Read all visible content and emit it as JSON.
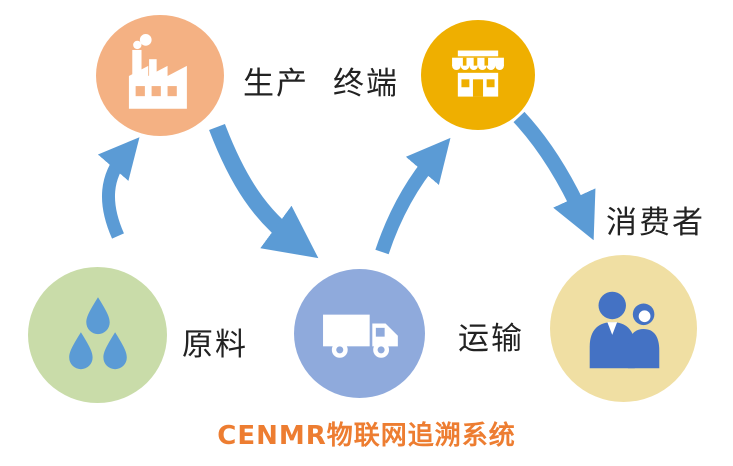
{
  "title": "CENMR物联网追溯系统",
  "nodes": {
    "production": {
      "label": "生产",
      "icon": "factory-icon"
    },
    "terminal": {
      "label": "终端",
      "icon": "storefront-icon"
    },
    "raw_material": {
      "label": "原料",
      "icon": "water-drops-icon"
    },
    "transport": {
      "label": "运输",
      "icon": "truck-icon"
    },
    "consumer": {
      "label": "消费者",
      "icon": "people-icon"
    }
  },
  "flow": [
    "raw_material -> production",
    "production -> transport",
    "transport -> terminal",
    "terminal -> consumer"
  ],
  "colors": {
    "production_circle": "#F4B183",
    "terminal_circle": "#EFAF00",
    "raw_material_circle": "#C9DCA9",
    "transport_circle": "#8FAADC",
    "consumer_circle": "#F0DFA3",
    "arrow": "#5B9BD5",
    "icon_blue": "#4472C4",
    "title": "#ED7D31",
    "label": "#222222"
  }
}
